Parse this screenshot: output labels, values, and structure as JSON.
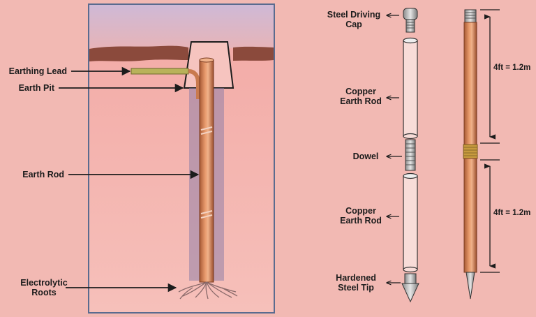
{
  "left_panel": {
    "labels": {
      "earthing_lead": "Earthing Lead",
      "earth_pit": "Earth Pit",
      "earth_rod": "Earth Rod",
      "electrolytic_roots_1": "Electrolytic",
      "electrolytic_roots_2": "Roots"
    }
  },
  "right_panel": {
    "labels": {
      "steel_driving_cap_1": "Steel Driving",
      "steel_driving_cap_2": "Cap",
      "copper_earth_rod_top_1": "Copper",
      "copper_earth_rod_top_2": "Earth Rod",
      "dowel": "Dowel",
      "copper_earth_rod_bottom_1": "Copper",
      "copper_earth_rod_bottom_2": "Earth Rod",
      "hardened_steel_tip_1": "Hardened",
      "hardened_steel_tip_2": "Steel Tip"
    },
    "dimensions": {
      "upper": "4ft = 1.2m",
      "lower": "4ft = 1.2m"
    }
  },
  "colors": {
    "background": "#f2b9b3",
    "panel_border": "#5a6b8f",
    "soil_surface": "#8b4a3c",
    "copper": "#c97a4e",
    "copper_highlight": "#f0b28a",
    "rod_shadow": "#8f7fa8",
    "earthing_lead": "#b8b25a"
  }
}
